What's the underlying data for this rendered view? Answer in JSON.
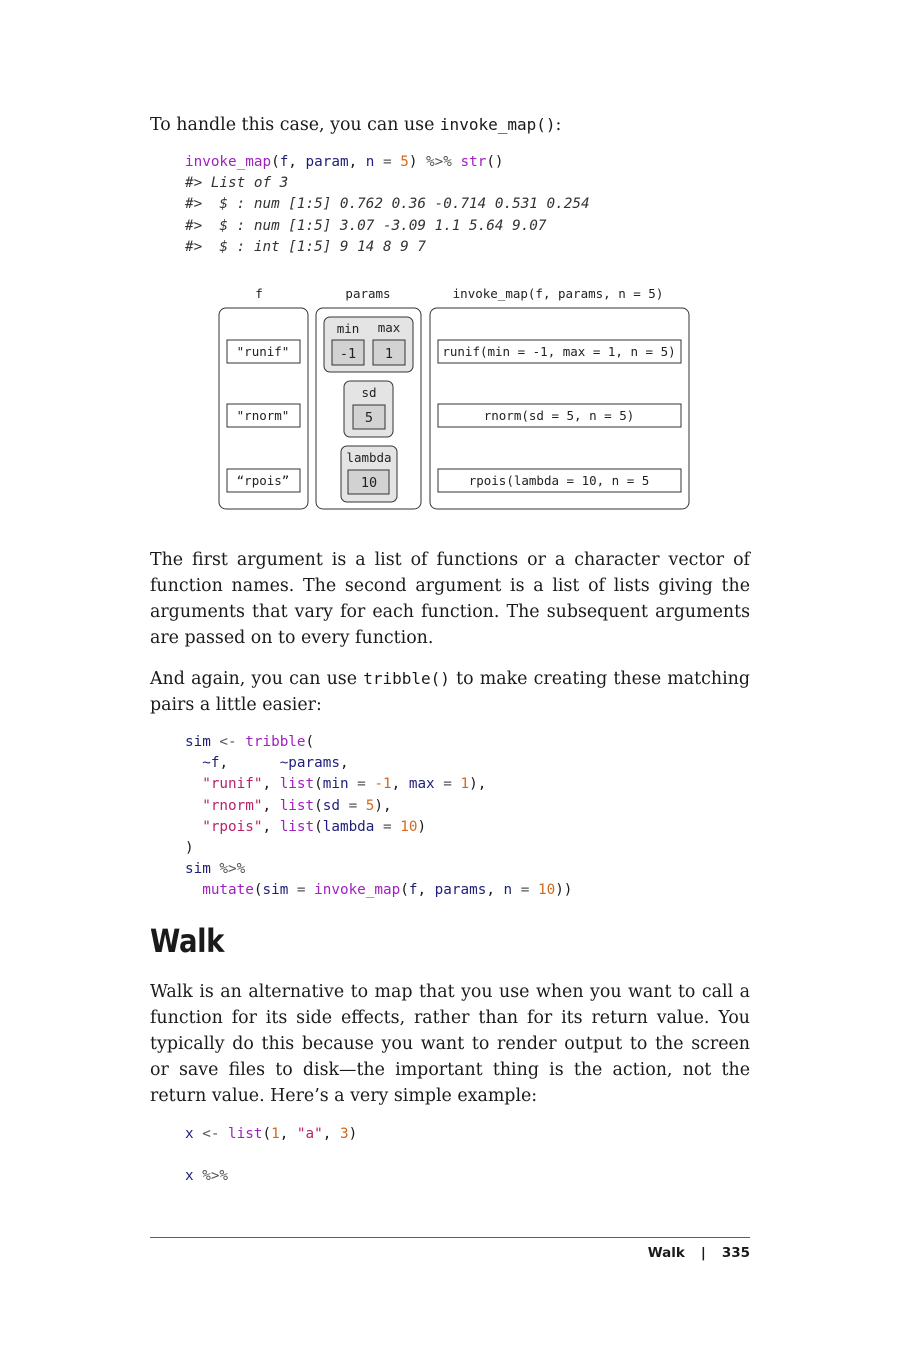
{
  "para1": {
    "text": "To handle this case, you can use ",
    "code": "invoke_map()",
    "after": ":"
  },
  "code1": {
    "line1": {
      "fn": "invoke_map",
      "open": "(",
      "a1": "f",
      "c1": ", ",
      "a2": "param",
      "c2": ", ",
      "a3": "n",
      "eq": " = ",
      "num": "5",
      "close": ") ",
      "pipe": "%>%",
      "sp": " ",
      "fn2": "str",
      "end": "()"
    },
    "out": [
      "#> List of 3",
      "#>  $ : num [1:5] 0.762 0.36 -0.714 0.531 0.254",
      "#>  $ : num [1:5] 3.07 -3.09 1.1 5.64 9.07",
      "#>  $ : int [1:5] 9 14 8 9 7"
    ]
  },
  "diagram": {
    "headers": {
      "f": "f",
      "params": "params",
      "result": "invoke_map(f, params, n = 5)"
    },
    "f_items": [
      "\"runif\"",
      "\"rnorm\"",
      "“rpois”"
    ],
    "params": {
      "min_label": "min",
      "max_label": "max",
      "min_val": "-1",
      "max_val": "1",
      "sd_label": "sd",
      "sd_val": "5",
      "lambda_label": "lambda",
      "lambda_val": "10"
    },
    "calls": [
      "runif(min = -1, max = 1, n = 5)",
      "rnorm(sd = 5, n = 5)",
      "rpois(lambda = 10, n = 5"
    ]
  },
  "para2": "The first argument is a list of functions or a character vector of function names. The second argument is a list of lists giving the arguments that vary for each function. The subsequent arguments are passed on to every function.",
  "para3": {
    "before": "And again, you can use ",
    "code": "tribble()",
    "after": " to make creating these matching pairs a little easier:"
  },
  "code2": {
    "l1": {
      "a": "sim",
      "op": " <- ",
      "fn": "tribble",
      "p": "("
    },
    "l2": {
      "ind": "  ",
      "a": "~f",
      "c": ",      ",
      "b": "~params",
      "e": ","
    },
    "l3": {
      "ind": "  ",
      "s": "\"runif\"",
      "c": ", ",
      "fn": "list",
      "p": "(",
      "a1": "min",
      "eq1": " = ",
      "n1": "-1",
      "c2": ", ",
      "a2": "max",
      "eq2": " = ",
      "n2": "1",
      "e": "),"
    },
    "l4": {
      "ind": "  ",
      "s": "\"rnorm\"",
      "c": ", ",
      "fn": "list",
      "p": "(",
      "a1": "sd",
      "eq1": " = ",
      "n1": "5",
      "e": "),"
    },
    "l5": {
      "ind": "  ",
      "s": "\"rpois\"",
      "c": ", ",
      "fn": "list",
      "p": "(",
      "a1": "lambda",
      "eq1": " = ",
      "n1": "10",
      "e": ")"
    },
    "l6": ")",
    "l7": {
      "a": "sim",
      "op": " %>%"
    },
    "l8": {
      "ind": "  ",
      "fn": "mutate",
      "p": "(",
      "a1": "sim",
      "eq1": " = ",
      "fn2": "invoke_map",
      "p2": "(",
      "a2": "f",
      "c1": ", ",
      "a3": "params",
      "c2": ", ",
      "a4": "n",
      "eq2": " = ",
      "n1": "10",
      "e": "))"
    }
  },
  "heading": "Walk",
  "para4": "Walk is an alternative to map that you use when you want to call a function for its side effects, rather than for its return value. You typically do this because you want to render output to the screen or save files to disk—the important thing is the action, not the return value. Here’s a very simple example:",
  "code3": {
    "l1": {
      "a": "x",
      "op": " <- ",
      "fn": "list",
      "p": "(",
      "n1": "1",
      "c1": ", ",
      "s": "\"a\"",
      "c2": ", ",
      "n2": "3",
      "e": ")"
    },
    "l2": {
      "a": "x",
      "op": " %>%"
    }
  },
  "footer": {
    "section": "Walk",
    "sep": "|",
    "page": "335"
  }
}
